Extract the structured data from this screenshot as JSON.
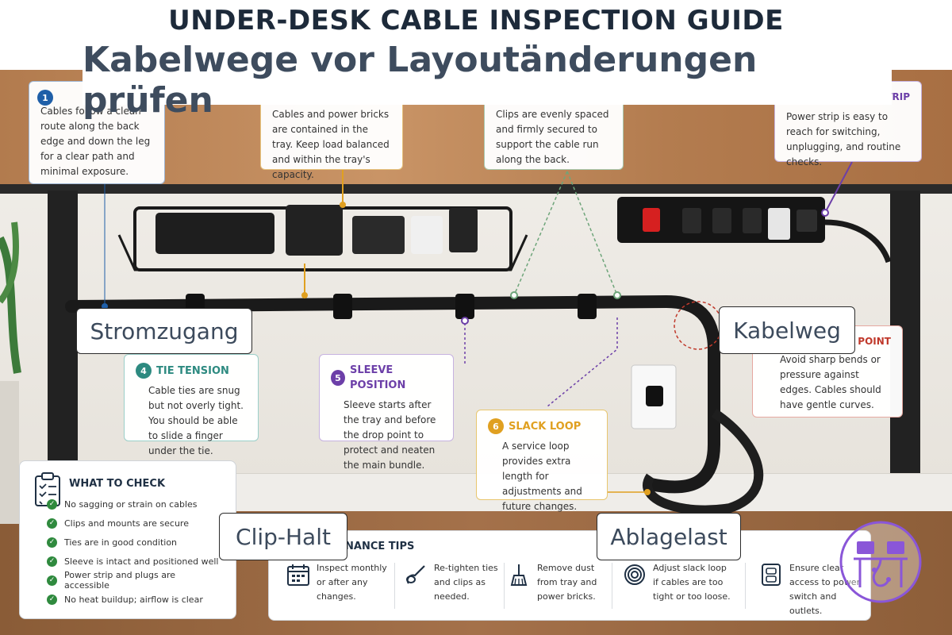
{
  "title": "UNDER-DESK CABLE INSPECTION GUIDE",
  "overlay_title": "Kabelwege vor Layoutänderungen prüfen",
  "overlay_labels": {
    "power_access": "Stromzugang",
    "cable_route": "Kabelweg",
    "clip_hold": "Clip-Halt",
    "tray_load": "Ablagelast"
  },
  "callouts": {
    "c1": {
      "number": "1",
      "text": "Cables follow a clean route along the back edge and down the leg for a clear path and minimal exposure."
    },
    "c2": {
      "text": "Cables and power bricks are contained in the tray. Keep load balanced and within the tray's capacity."
    },
    "c3": {
      "text": "Clips are evenly spaced and firmly secured to support the cable run along the back."
    },
    "c7": {
      "title_fragment": "STRIP",
      "text": "Power strip is easy to reach for switching, unplugging, and routine checks."
    },
    "c4": {
      "number": "4",
      "title": "TIE TENSION",
      "text": "Cable ties are snug but not overly tight. You should be able to slide a finger under the tie."
    },
    "c5": {
      "number": "5",
      "title": "SLEEVE POSITION",
      "text": "Sleeve starts after the tray and before the drop point to protect and neaten the main bundle."
    },
    "c6": {
      "number": "6",
      "title": "SLACK LOOP",
      "text": "A service loop provides extra length for adjustments and future changes."
    },
    "c8": {
      "title_fragment": "POINT",
      "text": "Avoid sharp bends or pressure against edges. Cables should have gentle curves."
    }
  },
  "checklist": {
    "title": "WHAT TO CHECK",
    "items": [
      "No sagging or strain on cables",
      "Clips and mounts are secure",
      "Ties are in good condition",
      "Sleeve is intact and positioned well",
      "Power strip and plugs are accessible",
      "No heat buildup; airflow is clear"
    ]
  },
  "tips": {
    "title_fragment": "NANCE TIPS",
    "items": [
      {
        "icon": "calendar-icon",
        "text": "Inspect monthly or after any changes."
      },
      {
        "icon": "tie-icon",
        "text": "Re-tighten ties and clips as needed."
      },
      {
        "icon": "brush-icon",
        "text": "Remove dust from tray and power bricks."
      },
      {
        "icon": "coil-icon",
        "text": "Adjust slack loop if cables are too tight or too loose."
      },
      {
        "icon": "outlet-icon",
        "text": "Ensure clear access to power switch and outlets."
      }
    ]
  },
  "colors": {
    "title": "#1d2a3a",
    "teal": "#2d8a80",
    "purple": "#6c3fa8",
    "orange": "#e0a020",
    "red": "#c0392b",
    "blue": "#1f5fa8",
    "green": "#2f8a3e",
    "logo": "#8a56d8"
  }
}
